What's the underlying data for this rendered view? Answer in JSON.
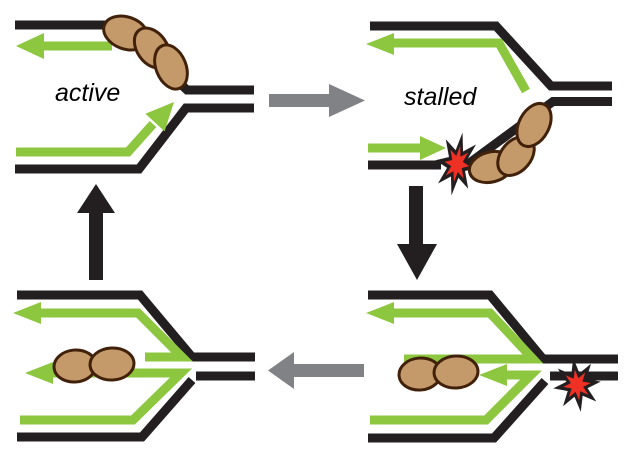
{
  "labels": {
    "active": "active",
    "stalled": "stalled"
  },
  "colors": {
    "background": "#ffffff",
    "dna_parental": "#231f20",
    "dna_nascent": "#8dc63f",
    "protein": "#c49a6b",
    "protein_outline": "#42210b",
    "lesion": "#ee3124",
    "cycle_arrow_gray": "#808285",
    "cycle_arrow_black": "#231f20",
    "label_text": "#000000"
  },
  "icons": {
    "lesion_star": "8-point-star-burst",
    "protein_complex": "tan-oval-chain",
    "nascent_strand": "green-arrow",
    "parental_dna": "black-line"
  }
}
